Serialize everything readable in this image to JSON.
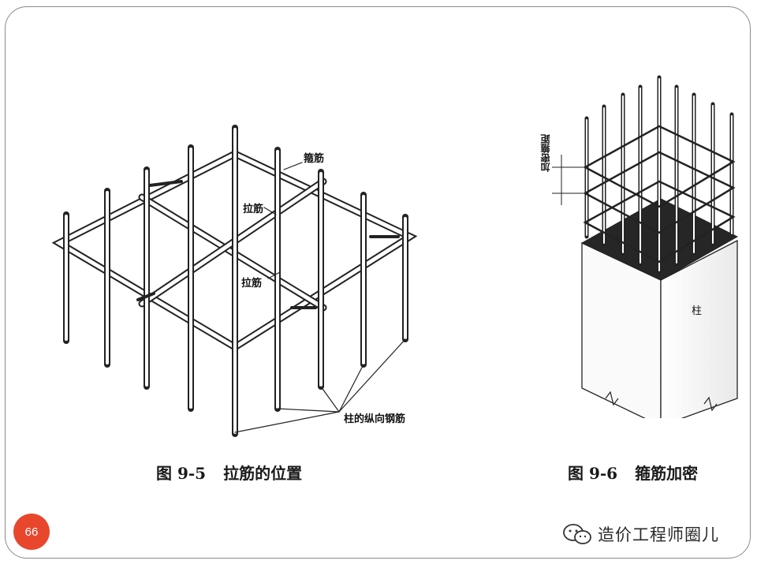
{
  "figure_left": {
    "caption_number": "图 9-5",
    "caption_title": "拉筋的位置",
    "label_stirrup": "箍筋",
    "label_tie_upper": "拉筋",
    "label_tie_lower": "拉筋",
    "label_longitudinal": "柱的纵向钢筋"
  },
  "figure_right": {
    "caption_number": "图 9-6",
    "caption_title": "箍筋加密",
    "label_dense_spacing": "加密箍距",
    "label_column": "柱"
  },
  "page_number": "66",
  "brand": {
    "text": "造价工程师圈儿",
    "icon": "wechat-icon"
  },
  "colors": {
    "badge": "#e8472e",
    "frame": "#8a8a8a",
    "rebar_dark": "#222222"
  }
}
